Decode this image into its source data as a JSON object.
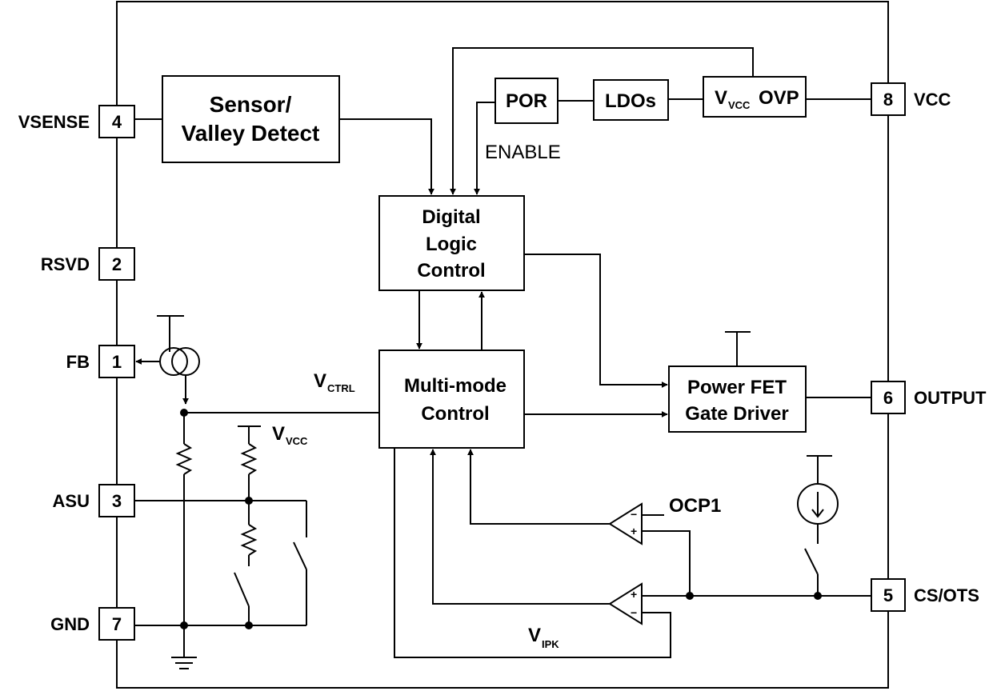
{
  "pins": {
    "vsense": {
      "label": "VSENSE",
      "number": "4"
    },
    "rsvd": {
      "label": "RSVD",
      "number": "2"
    },
    "fb": {
      "label": "FB",
      "number": "1"
    },
    "asu": {
      "label": "ASU",
      "number": "3"
    },
    "gnd": {
      "label": "GND",
      "number": "7"
    },
    "vcc": {
      "label": "VCC",
      "number": "8"
    },
    "output": {
      "label": "OUTPUT",
      "number": "6"
    },
    "csots": {
      "label": "CS/OTS",
      "number": "5"
    }
  },
  "blocks": {
    "sensor": {
      "line1": "Sensor/",
      "line2": "Valley Detect"
    },
    "por": {
      "label": "POR"
    },
    "ldos": {
      "label": "LDOs"
    },
    "vcc_ovp": {
      "main": "V",
      "sub": "VCC",
      "suffix": "OVP"
    },
    "digital": {
      "line1": "Digital",
      "line2": "Logic",
      "line3": "Control"
    },
    "multimode": {
      "line1": "Multi-mode",
      "line2": "Control"
    },
    "power_fet": {
      "line1": "Power FET",
      "line2": "Gate Driver"
    }
  },
  "signals": {
    "enable": "ENABLE",
    "vctrl": {
      "main": "V",
      "sub": "CTRL"
    },
    "vvcc": {
      "main": "V",
      "sub": "VCC"
    },
    "ocp1": "OCP1",
    "vipk": {
      "main": "V",
      "sub": "IPK"
    },
    "plus": "+",
    "minus": "−"
  }
}
